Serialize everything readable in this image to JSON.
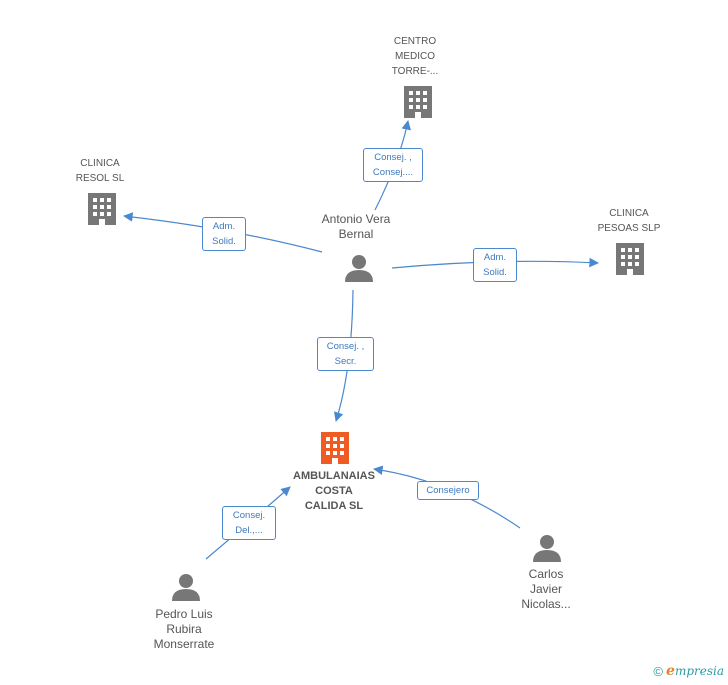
{
  "colors": {
    "edge": "#4a88cf",
    "company_icon": "#777777",
    "main_company_icon": "#f05a23",
    "person_icon": "#777777"
  },
  "nodes": {
    "centro_medico": {
      "lines": [
        "CENTRO",
        "MEDICO",
        "TORRE-..."
      ],
      "icon": "building-icon"
    },
    "clinica_resol": {
      "lines": [
        "CLINICA",
        "RESOL SL"
      ],
      "icon": "building-icon"
    },
    "clinica_pesoas": {
      "lines": [
        "CLINICA",
        "PESOAS SLP"
      ],
      "icon": "building-icon"
    },
    "antonio": {
      "lines": [
        "Antonio Vera",
        "Bernal"
      ],
      "icon": "person-icon"
    },
    "ambulanaias": {
      "lines": [
        "AMBULANAIAS",
        "COSTA",
        "CALIDA SL"
      ],
      "icon": "building-icon"
    },
    "pedro": {
      "lines": [
        "Pedro Luis",
        "Rubira",
        "Monserrate"
      ],
      "icon": "person-icon"
    },
    "carlos": {
      "lines": [
        "Carlos",
        "Javier",
        "Nicolas..."
      ],
      "icon": "person-icon"
    }
  },
  "edges": {
    "antonio_centro": {
      "lines": [
        "Consej. ,",
        "Consej...."
      ]
    },
    "antonio_resol": {
      "lines": [
        "Adm.",
        "Solid."
      ]
    },
    "antonio_pesoas": {
      "lines": [
        "Adm.",
        "Solid."
      ]
    },
    "antonio_ambulanaias": {
      "lines": [
        "Consej. ,",
        "Secr."
      ]
    },
    "pedro_ambulanaias": {
      "lines": [
        "Consej.",
        "Del.,..."
      ]
    },
    "carlos_ambulanaias": {
      "lines": [
        "Consejero"
      ]
    }
  },
  "footer": {
    "copyright": "©",
    "brand_initial": "e",
    "brand_rest": "mpresia"
  }
}
